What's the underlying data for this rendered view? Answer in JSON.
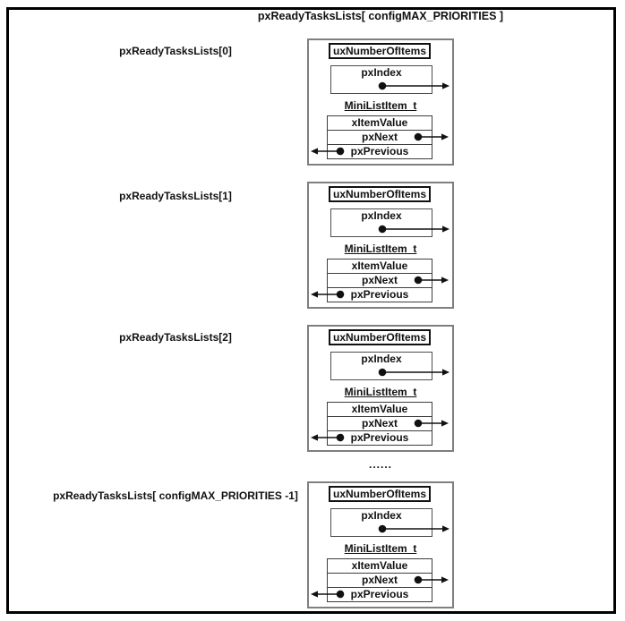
{
  "diagram": {
    "title": "pxReadyTasksLists[ configMAX_PRIORITIES ]",
    "ellipsis": "......",
    "lists": [
      {
        "label": "pxReadyTasksLists[0]"
      },
      {
        "label": "pxReadyTasksLists[1]"
      },
      {
        "label": "pxReadyTasksLists[2]"
      },
      {
        "label": "pxReadyTasksLists[ configMAX_PRIORITIES -1]"
      }
    ],
    "block": {
      "ux_number_of_items": "uxNumberOfItems",
      "px_index": "pxIndex",
      "mini_list_item": "MiniListItem_t",
      "x_item_value": "xItemValue",
      "px_next": "pxNext",
      "px_previous": "pxPrevious"
    },
    "colors": {
      "frame_border": "#000000",
      "block_border": "#7f7f7f",
      "inner_border": "#3d3d3d",
      "text": "#111111",
      "background": "#ffffff"
    }
  }
}
